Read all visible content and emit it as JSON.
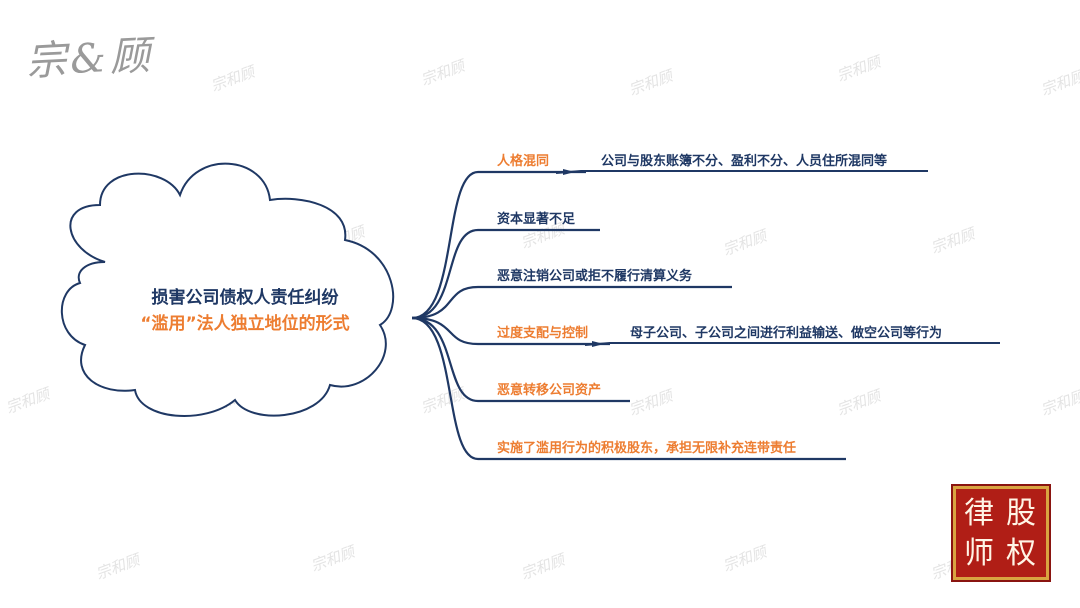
{
  "logo_text": "宗&顾",
  "watermark_text": "宗和顾",
  "center": {
    "line1": "损害公司债权人责任纠纷",
    "line2": "“滥用”法人独立地位的形式"
  },
  "branches": [
    {
      "label": "人格混同",
      "color": "#ed7d31",
      "detail": "公司与股东账簿不分、盈利不分、人员住所混同等"
    },
    {
      "label": "资本显著不足",
      "color": "#1f3864",
      "detail": ""
    },
    {
      "label": "恶意注销公司或拒不履行清算义务",
      "color": "#1f3864",
      "detail": ""
    },
    {
      "label": "过度支配与控制",
      "color": "#ed7d31",
      "detail": "母子公司、子公司之间进行利益输送、做空公司等行为"
    },
    {
      "label": "恶意转移公司资产",
      "color": "#ed7d31",
      "detail": ""
    },
    {
      "label": "实施了滥用行为的积极股东，承担无限补充连带责任",
      "color": "#ed7d31",
      "detail": ""
    }
  ],
  "stamp": {
    "chars": [
      "律",
      "股",
      "师",
      "权"
    ]
  },
  "colors": {
    "line": "#1f3864",
    "accent": "#ed7d31"
  }
}
